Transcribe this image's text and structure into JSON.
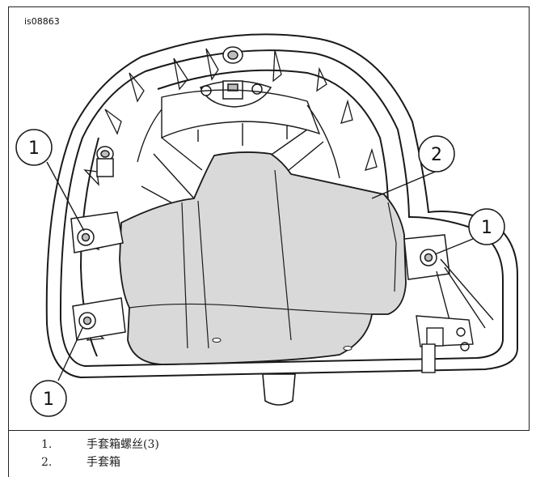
{
  "figure": {
    "id": "is08863",
    "callouts": [
      "1",
      "2",
      "1",
      "1"
    ]
  },
  "legend": [
    {
      "number": "1.",
      "text": "手套箱螺丝(3)"
    },
    {
      "number": "2.",
      "text": "手套箱"
    }
  ],
  "colors": {
    "line": "#1a1a1a",
    "glovebox_fill": "#d9d9d9",
    "hardware_fill": "#bdbdbd"
  }
}
